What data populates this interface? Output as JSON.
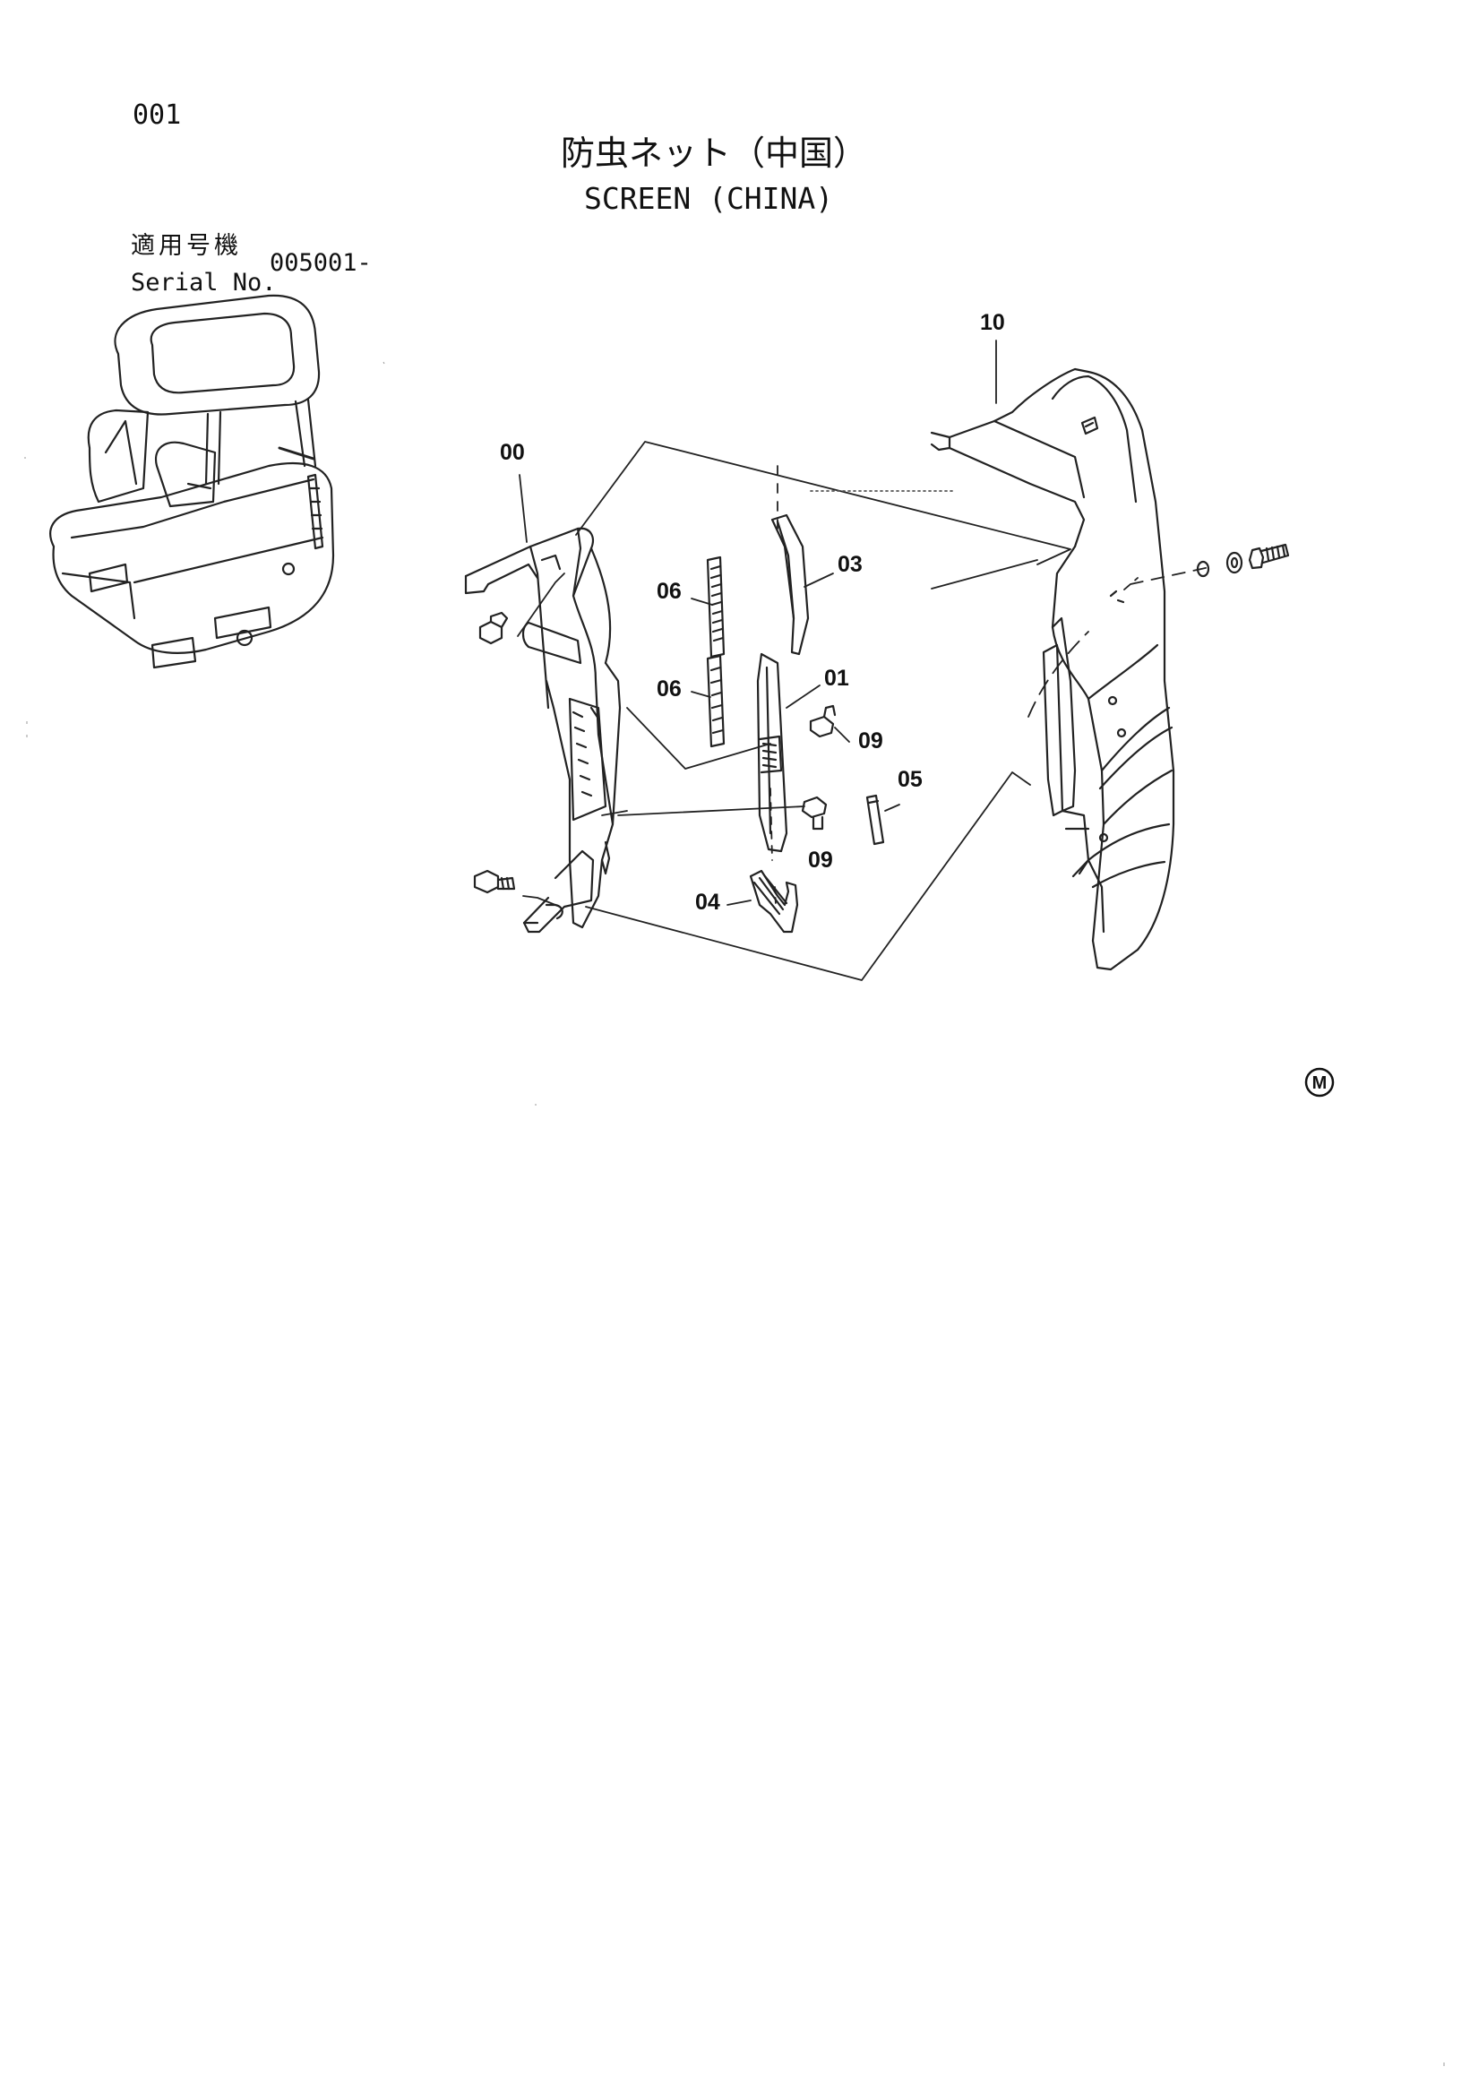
{
  "page": {
    "number": "001",
    "title_jp": "防虫ネット（中国）",
    "title_en": "SCREEN (CHINA)"
  },
  "serial": {
    "label_jp": "適用号機",
    "label_en": "Serial No.",
    "value": "005001-"
  },
  "callouts": [
    "00",
    "10",
    "03",
    "06",
    "06",
    "01",
    "09",
    "05",
    "09",
    "04"
  ],
  "mark": "M"
}
